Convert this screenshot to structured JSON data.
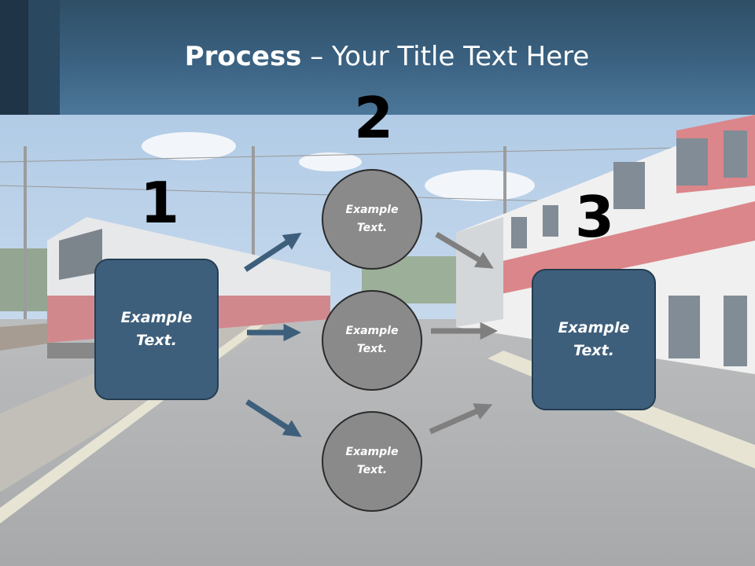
{
  "title": {
    "strong": "Process",
    "rest": " – Your Title Text Here"
  },
  "steps": {
    "one": "1",
    "two": "2",
    "three": "3"
  },
  "boxes": {
    "left": "Example\nText.",
    "right": "Example\nText."
  },
  "circles": {
    "top": "Example\nText.",
    "mid": "Example\nText.",
    "bottom": "Example\nText."
  },
  "colors": {
    "header": "#3b6282",
    "box": "#3e5f7b",
    "circle": "#8a8a8a",
    "arrow_in": "#3e5f7b",
    "arrow_out": "#7f7f7f"
  },
  "background": "faded railway station photo with trains"
}
